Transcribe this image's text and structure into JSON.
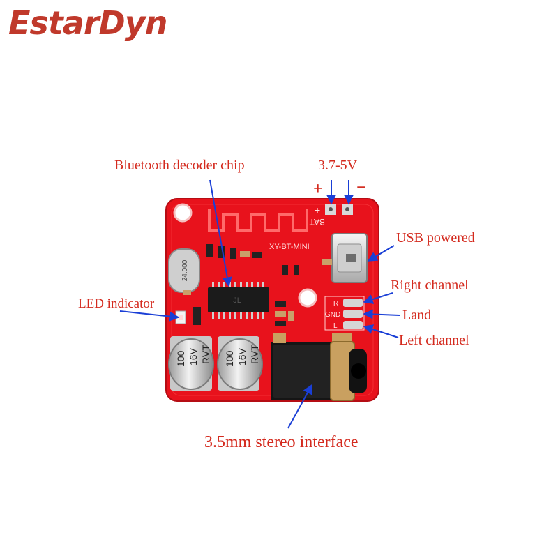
{
  "brand": {
    "logo_text": "EstarDyn",
    "color": "#c0392b"
  },
  "labels": {
    "chip": "Bluetooth decoder chip",
    "voltage": "3.7-5V",
    "plus": "+",
    "minus": "−",
    "usb": "USB powered",
    "right": "Right channel",
    "land": "Land",
    "left": "Left channel",
    "led": "LED indicator",
    "jack": "3.5mm stereo interface"
  },
  "board": {
    "model": "XY-BT-MINI",
    "bat": "BAT",
    "pin_r": "R",
    "pin_gnd": "GND",
    "pin_l": "L",
    "plus_mark": "+",
    "crystal": "24.000",
    "cap1": [
      "100",
      "16V",
      "RVT"
    ],
    "cap2": [
      "100",
      "16V",
      "RVT"
    ]
  },
  "colors": {
    "pcb": "#e8121c",
    "label": "#d42a1e",
    "arrow": "#1a3fd6"
  }
}
